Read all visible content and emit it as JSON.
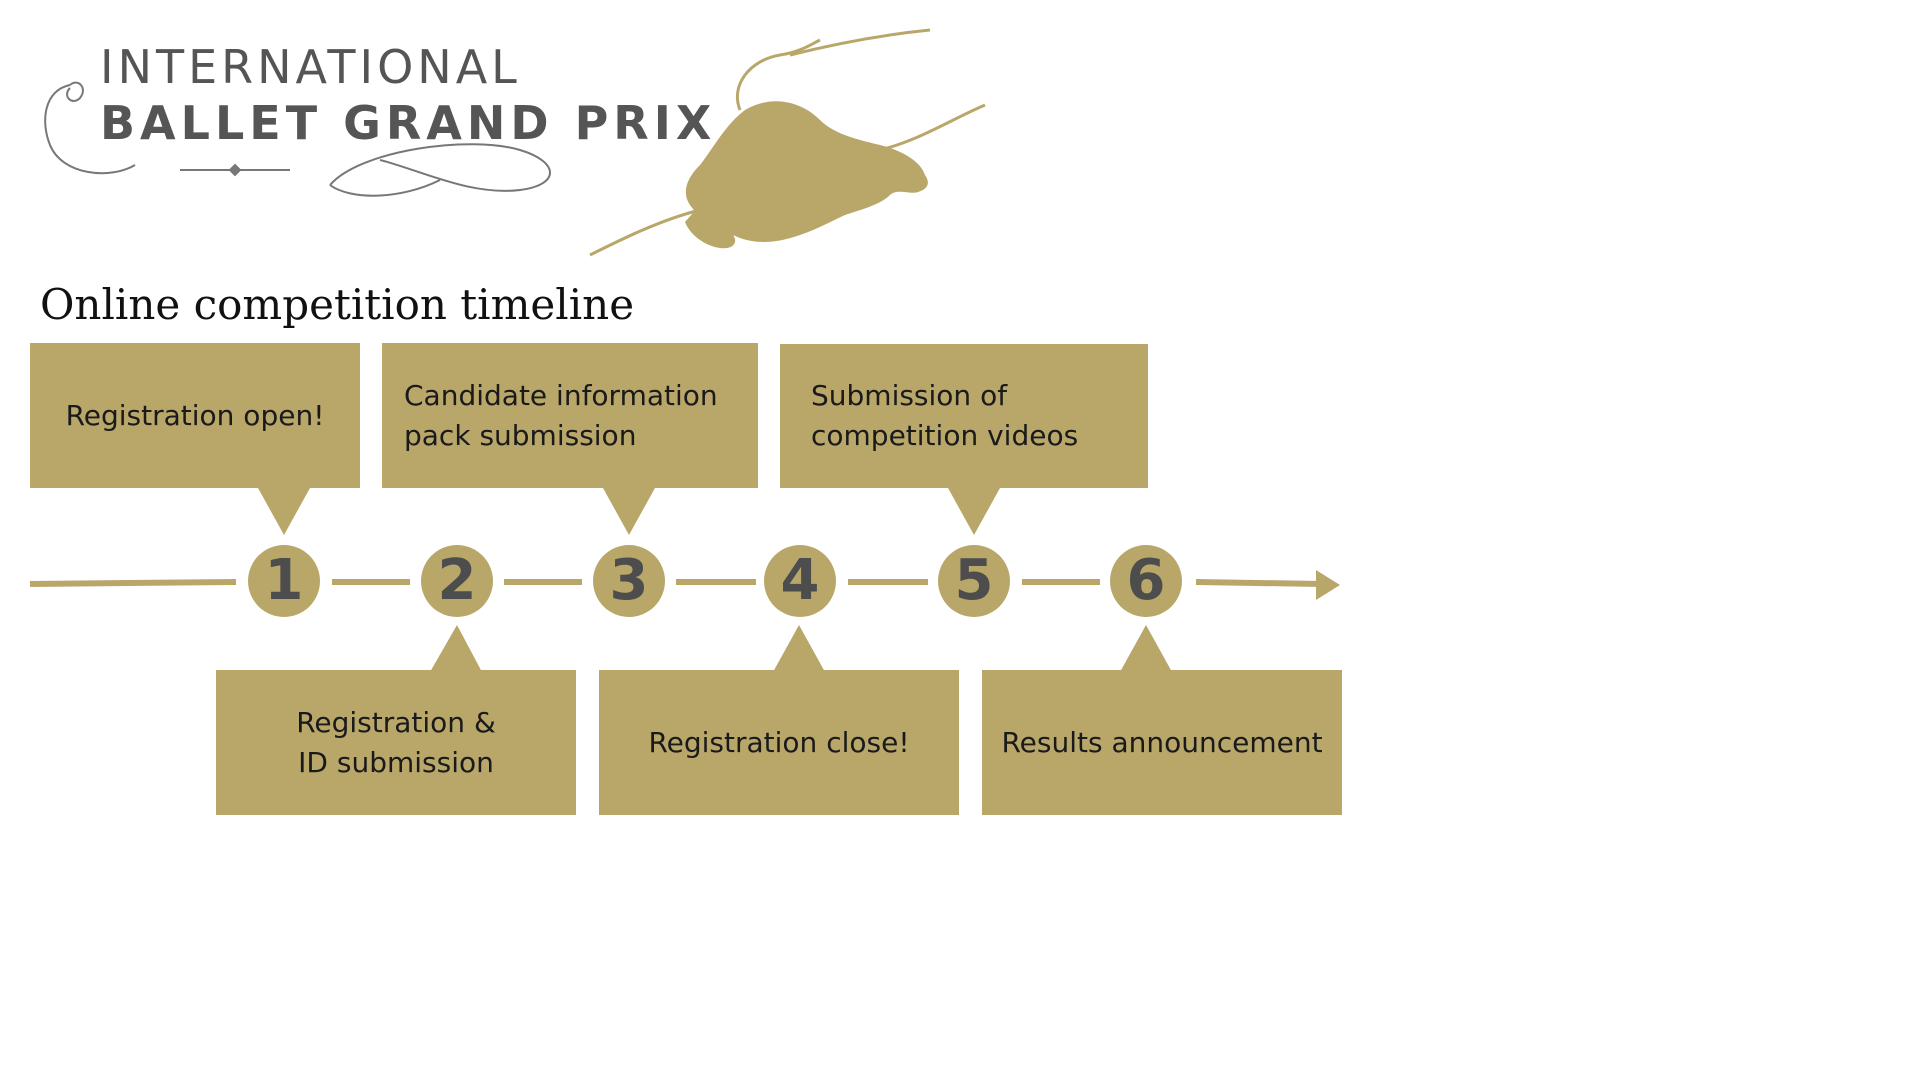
{
  "logo": {
    "line1": "INTERNATIONAL",
    "line2": "BALLET GRAND PRIX"
  },
  "title": "Online competition timeline",
  "colors": {
    "gold": "#b9a76a",
    "number_text": "#4d4d4d",
    "logo_text": "#555555"
  },
  "steps": [
    {
      "number": "1",
      "label_lines": [
        "Registration open!"
      ],
      "position": "above"
    },
    {
      "number": "2",
      "label_lines": [
        "Registration &",
        "ID submission"
      ],
      "position": "below"
    },
    {
      "number": "3",
      "label_lines": [
        "Candidate information",
        "pack submission"
      ],
      "position": "above"
    },
    {
      "number": "4",
      "label_lines": [
        "Registration close!"
      ],
      "position": "below"
    },
    {
      "number": "5",
      "label_lines": [
        "Submission of",
        "competition videos"
      ],
      "position": "above"
    },
    {
      "number": "6",
      "label_lines": [
        "Results announcement"
      ],
      "position": "below"
    }
  ]
}
